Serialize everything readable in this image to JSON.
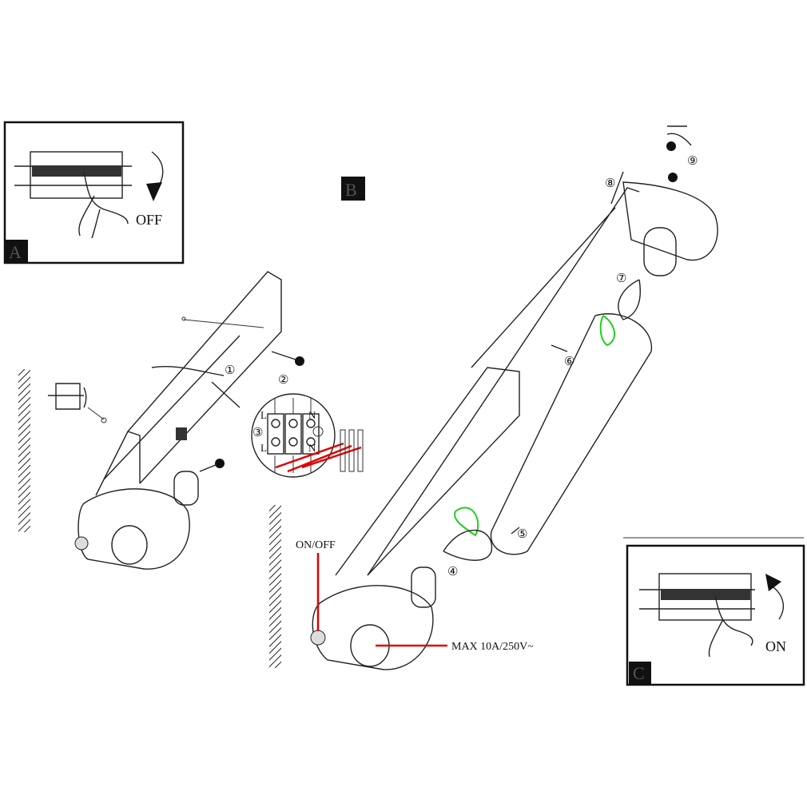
{
  "panels": {
    "a": {
      "badge": "A",
      "action_label": "OFF"
    },
    "b": {
      "badge": "B"
    },
    "c": {
      "badge": "C",
      "action_label": "ON"
    }
  },
  "wiring": {
    "live_top": "L",
    "neutral_top": "N",
    "live_bottom": "L",
    "neutral_bottom": "N"
  },
  "callouts": {
    "switch": "ON/OFF",
    "socket_rating": "MAX 10A/250V~"
  },
  "steps": [
    "①",
    "②",
    "③",
    "④",
    "⑤",
    "⑥",
    "⑦",
    "⑧",
    "⑨"
  ],
  "colors": {
    "annotation": "#e00000",
    "lamp_highlight": "#20d020"
  }
}
